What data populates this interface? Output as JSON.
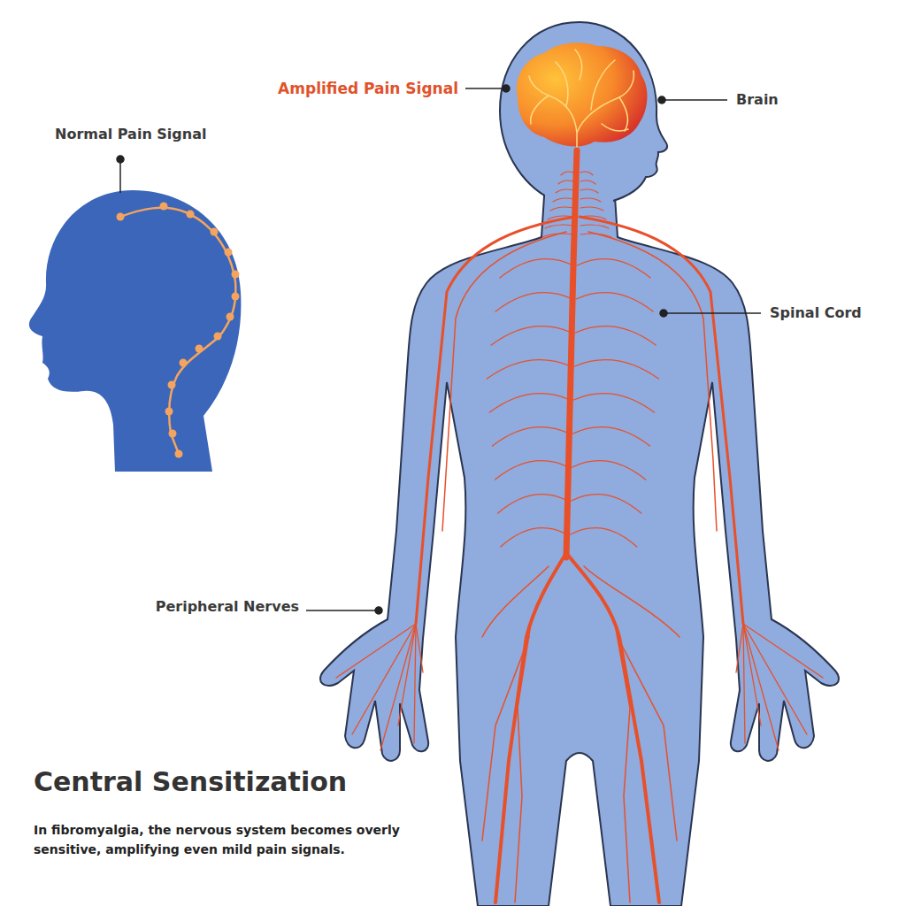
{
  "diagram": {
    "title": "Central Sensitization",
    "caption": "In fibromyalgia, the nervous system becomes overly sensitive, amplifying even mild pain signals.",
    "labels": [
      "Amplified Pain Signal",
      "Brain",
      "Normal Pain Signal",
      "Spinal Cord",
      "Peripheral Nerves"
    ]
  }
}
